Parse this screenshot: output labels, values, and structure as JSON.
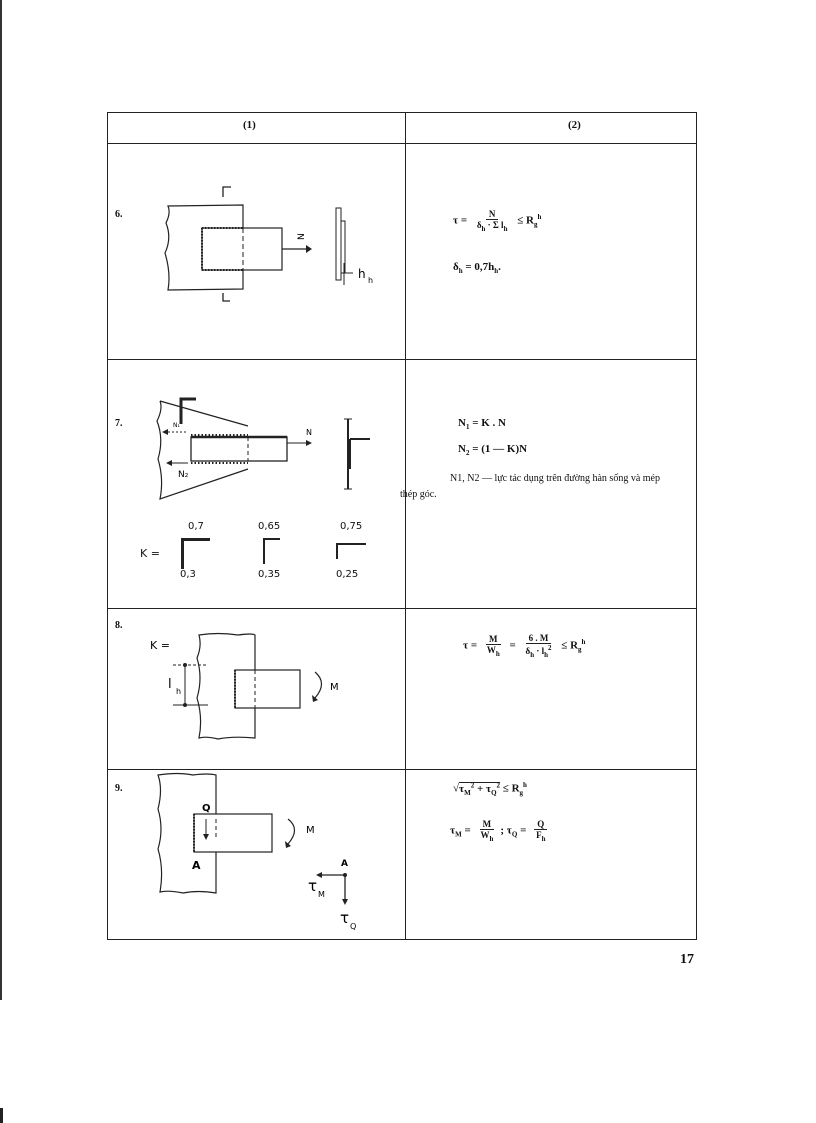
{
  "table": {
    "headers": [
      "(1)",
      "(2)"
    ],
    "rows": [
      {
        "number": "6.",
        "diagram_labels": [
          "N",
          "hh"
        ],
        "formulas": [
          "τ = N / (δh · Σ lh) ≤ Rgh",
          "δh = 0,7hh."
        ]
      },
      {
        "number": "7.",
        "diagram_labels": [
          "N1",
          "N2",
          "N"
        ],
        "k_values": {
          "label": "K =",
          "items": [
            {
              "top": "0,7",
              "bottom": "0,3"
            },
            {
              "top": "0,65",
              "bottom": "0,35"
            },
            {
              "top": "0,75",
              "bottom": "0,25"
            }
          ]
        },
        "formulas": [
          "N1 = K . N",
          "N2 = (1 — K)N"
        ],
        "note": "N1, N2 — lực tác dụng trên đường hàn sống và mép thép góc."
      },
      {
        "number": "8.",
        "diagram_labels": [
          "lh",
          "M"
        ],
        "formulas": [
          "τ = M / Wh = 6 . M / (δh · lh²) ≤ Rgh"
        ]
      },
      {
        "number": "9.",
        "diagram_labels": [
          "Q",
          "M",
          "A",
          "A",
          "τM",
          "τQ"
        ],
        "formulas": [
          "√(τM² + τQ²) ≤ Rgh",
          "τM = M / Wh ; τQ = Q / Fh"
        ]
      }
    ]
  },
  "page_number": "17"
}
